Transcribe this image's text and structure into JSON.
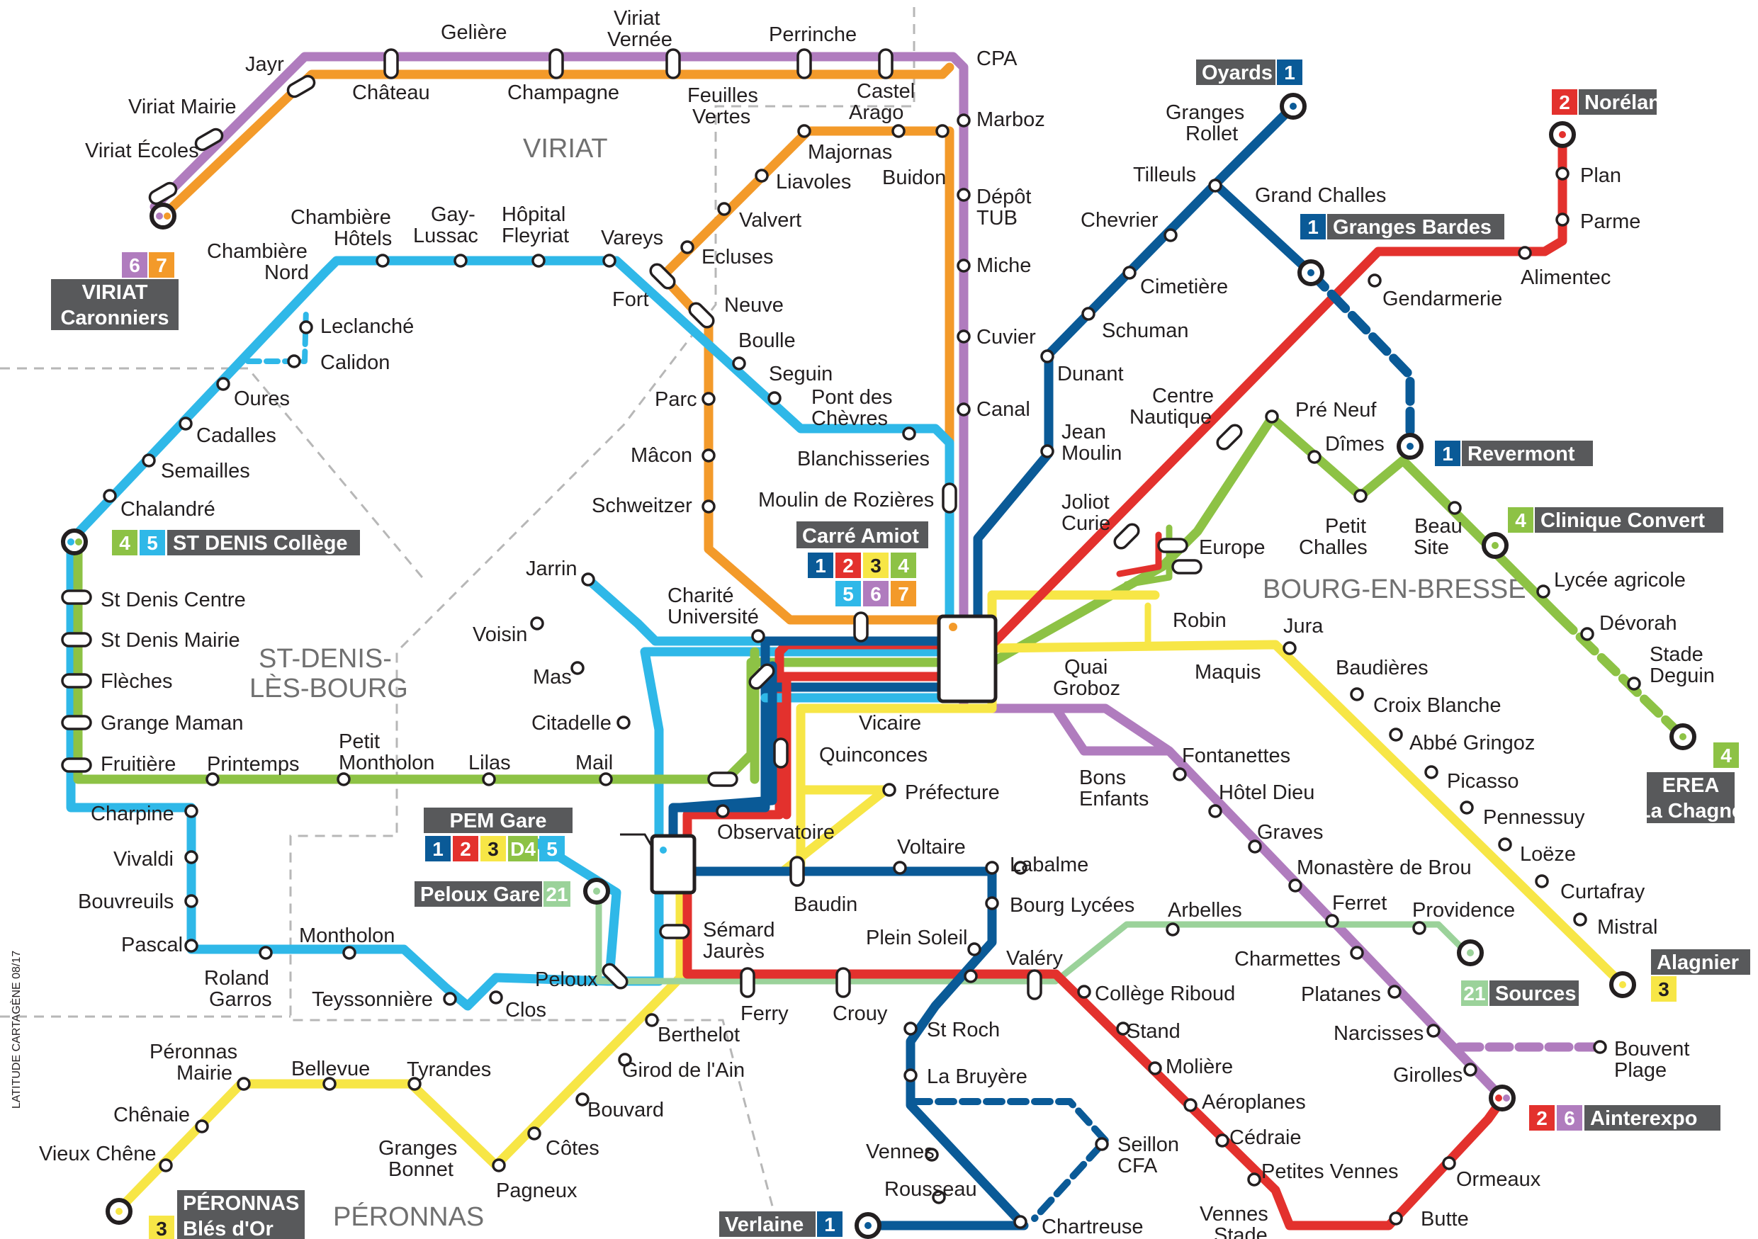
{
  "colors": {
    "l1": "#0a5a97",
    "l2": "#e3312d",
    "l3": "#f7e646",
    "l4": "#8dc245",
    "l5": "#2fb8e8",
    "l6": "#b07cbe",
    "l7": "#f39a2a",
    "l21": "#9bd29a",
    "terminus_bg": "#58595b",
    "border": "#b7b7b7"
  },
  "lines": [
    {
      "id": "l1",
      "label": "1",
      "color": "#0a5a97"
    },
    {
      "id": "l2",
      "label": "2",
      "color": "#e3312d"
    },
    {
      "id": "l3",
      "label": "3",
      "color": "#f7e646"
    },
    {
      "id": "l4",
      "label": "4",
      "color": "#8dc245"
    },
    {
      "id": "l5",
      "label": "5",
      "color": "#2fb8e8"
    },
    {
      "id": "l6",
      "label": "6",
      "color": "#b07cbe"
    },
    {
      "id": "l7",
      "label": "7",
      "color": "#f39a2a"
    },
    {
      "id": "l21",
      "label": "21",
      "color": "#9bd29a"
    }
  ],
  "zones": {
    "viriat": "VIRIAT",
    "st_denis_1": "ST-DENIS-",
    "st_denis_2": "LÈS-BOURG",
    "bourg": "BOURG-EN-BRESSE",
    "peronnas": "PÉRONNAS"
  },
  "credit": "LATITUDE CARTAGÈNE 08/17",
  "hubs": {
    "carre_amiot": {
      "name": "Carré Amiot",
      "lines_row1": [
        "1",
        "2",
        "3",
        "4"
      ],
      "lines_row2": [
        "5",
        "6",
        "7"
      ]
    },
    "pem_gare": {
      "name": "PEM Gare",
      "lines": [
        "1",
        "2",
        "3",
        "D4",
        "5"
      ]
    },
    "peloux_gare": {
      "name": "Peloux Gare",
      "lines": [
        "21"
      ]
    }
  },
  "termini": {
    "viriat_caronniers": {
      "name_1": "VIRIAT",
      "name_2": "Caronniers",
      "lines": [
        "6",
        "7"
      ]
    },
    "oyards": {
      "name": "Oyards",
      "lines": [
        "1"
      ]
    },
    "norelan": {
      "name": "Norélan",
      "lines": [
        "2"
      ]
    },
    "granges_bardes": {
      "name": "Granges Bardes",
      "lines": [
        "1"
      ]
    },
    "revermont": {
      "name": "Revermont",
      "lines": [
        "1"
      ]
    },
    "clinique_convert": {
      "name": "Clinique Convert",
      "lines": [
        "4"
      ]
    },
    "st_denis_college": {
      "name": "ST DENIS Collège",
      "lines": [
        "4",
        "5"
      ]
    },
    "erea": {
      "name_1": "EREA",
      "name_2": "La Chagne",
      "lines": [
        "4"
      ]
    },
    "alagnier": {
      "name": "Alagnier",
      "lines": [
        "3"
      ]
    },
    "sources": {
      "name": "Sources",
      "lines": [
        "21"
      ]
    },
    "aintexpo": {
      "name": "Ainterexpo",
      "lines": [
        "2",
        "6"
      ]
    },
    "verlaine": {
      "name": "Verlaine",
      "lines": [
        "1"
      ]
    },
    "peronnas_bles": {
      "name_1": "PÉRONNAS",
      "name_2": "Blés d'Or",
      "lines": [
        "3"
      ]
    }
  },
  "stops": {
    "jayr": "Jayr",
    "viriat_mairie": "Viriat Mairie",
    "viriat_ecoles": "Viriat Écoles",
    "geliere": "Gelière",
    "chateau": "Château",
    "champagne": "Champagne",
    "viriat_vernee_1": "Viriat",
    "viriat_vernee_2": "Vernée",
    "perrinche": "Perrinche",
    "feuilles_1": "Feuilles",
    "feuilles_2": "Vertes",
    "castel_1": "Castel",
    "castel_2": "Arago",
    "cpa": "CPA",
    "marboz": "Marboz",
    "buidon": "Buidon",
    "majornas": "Majornas",
    "liavoles": "Liavoles",
    "valvert": "Valvert",
    "ecluses": "Ecluses",
    "depot_1": "Dépôt",
    "depot_2": "TUB",
    "miche": "Miche",
    "cuvier": "Cuvier",
    "canal": "Canal",
    "chambiere_hotels_1": "Chambière",
    "chambiere_hotels_2": "Hôtels",
    "gay_lussac_1": "Gay-",
    "gay_lussac_2": "Lussac",
    "hopital_1": "Hôpital",
    "hopital_2": "Fleyriat",
    "vareys": "Vareys",
    "chambiere_nord_1": "Chambière",
    "chambiere_nord_2": "Nord",
    "fort": "Fort",
    "neuve": "Neuve",
    "boulle": "Boulle",
    "seguin": "Seguin",
    "pont_1": "Pont des",
    "pont_2": "Chèvres",
    "blanchisseries": "Blanchisseries",
    "moulin": "Moulin de Rozières",
    "parc": "Parc",
    "macon": "Mâcon",
    "schweitzer": "Schweitzer",
    "leclanche": "Leclanché",
    "calidon": "Calidon",
    "oures": "Oures",
    "cadalles": "Cadalles",
    "semailles": "Semailles",
    "chalandre": "Chalandré",
    "st_denis_centre": "St Denis Centre",
    "st_denis_mairie": "St Denis Mairie",
    "fleches": "Flèches",
    "grange_maman": "Grange Maman",
    "fruitiere": "Fruitière",
    "printemps": "Printemps",
    "petit_montholon_1": "Petit",
    "petit_montholon_2": "Montholon",
    "lilas": "Lilas",
    "mail": "Mail",
    "jarrin": "Jarrin",
    "voisin": "Voisin",
    "mas": "Mas",
    "citadelle": "Citadelle",
    "charite_1": "Charité",
    "charite_2": "Université",
    "vicaire": "Vicaire",
    "quinconces": "Quinconces",
    "prefecture": "Préfecture",
    "observatoire": "Observatoire",
    "charpine": "Charpine",
    "vivaldi": "Vivaldi",
    "bouvreuils": "Bouvreuils",
    "pascal": "Pascal",
    "roland_1": "Roland",
    "roland_2": "Garros",
    "montholon": "Montholon",
    "teyssonniere": "Teyssonnière",
    "clos": "Clos",
    "peloux": "Peloux",
    "semard_1": "Sémard",
    "semard_2": "Jaurès",
    "ferry": "Ferry",
    "crouy": "Crouy",
    "baudin": "Baudin",
    "voltaire": "Voltaire",
    "labalme": "Labalme",
    "bourg_lycees": "Bourg Lycées",
    "plein_soleil": "Plein Soleil",
    "valery": "Valéry",
    "st_roch": "St Roch",
    "la_bruyere": "La Bruyère",
    "vennes": "Vennes",
    "rousseau": "Rousseau",
    "seillon_1": "Seillon",
    "seillon_2": "CFA",
    "chartreuse": "Chartreuse",
    "berthelot": "Berthelot",
    "girod": "Girod de l'Ain",
    "bouvard": "Bouvard",
    "cotes": "Côtes",
    "pagneux": "Pagneux",
    "granges_bonnet_1": "Granges",
    "granges_bonnet_2": "Bonnet",
    "tyrandes": "Tyrandes",
    "bellevue": "Bellevue",
    "peronnas_mairie_1": "Péronnas",
    "peronnas_mairie_2": "Mairie",
    "chenaie": "Chênaie",
    "vieux_chene": "Vieux Chêne",
    "granges_rollet_1": "Granges",
    "granges_rollet_2": "Rollet",
    "tilleuls": "Tilleuls",
    "grand_challes": "Grand Challes",
    "chevrier": "Chevrier",
    "cimetiere": "Cimetière",
    "schuman": "Schuman",
    "dunant": "Dunant",
    "jean_moulin_1": "Jean",
    "jean_moulin_2": "Moulin",
    "plan": "Plan",
    "parme": "Parme",
    "alimentec": "Alimentec",
    "gendarmerie": "Gendarmerie",
    "centre_nautique_1": "Centre",
    "centre_nautique_2": "Nautique",
    "pre_neuf": "Pré Neuf",
    "dimes": "Dîmes",
    "petit_challes_1": "Petit",
    "petit_challes_2": "Challes",
    "beau_site_1": "Beau",
    "beau_site_2": "Site",
    "joliot_1": "Joliot",
    "joliot_2": "Curie",
    "europe": "Europe",
    "robin": "Robin",
    "jura": "Jura",
    "maquis": "Maquis",
    "quai_groboz_1": "Quai",
    "quai_groboz_2": "Groboz",
    "lycee_agricole": "Lycée agricole",
    "devorah": "Dévorah",
    "stade_deguin_1": "Stade",
    "stade_deguin_2": "Deguin",
    "baudieres": "Baudières",
    "croix_blanche": "Croix Blanche",
    "abbe_gringoz": "Abbé Gringoz",
    "picasso": "Picasso",
    "pennessuy": "Pennessuy",
    "loeze": "Loëze",
    "curtafray": "Curtafray",
    "mistral": "Mistral",
    "fontanettes": "Fontanettes",
    "bons_enfants_1": "Bons",
    "bons_enfants_2": "Enfants",
    "hotel_dieu": "Hôtel Dieu",
    "graves": "Graves",
    "monastere": "Monastère de Brou",
    "ferret": "Ferret",
    "arbelles": "Arbelles",
    "providence": "Providence",
    "charmettes": "Charmettes",
    "platanes": "Platanes",
    "college_riboud": "Collège Riboud",
    "stand": "Stand",
    "moliere": "Molière",
    "aeroplanes": "Aéroplanes",
    "cedraie": "Cédraie",
    "petites_vennes": "Petites Vennes",
    "vennes_stade_1": "Vennes",
    "vennes_stade_2": "Stade",
    "butte": "Butte",
    "ormeaux": "Ormeaux",
    "narcisses": "Narcisses",
    "girolles": "Girolles",
    "bouvent_1": "Bouvent",
    "bouvent_2": "Plage"
  }
}
